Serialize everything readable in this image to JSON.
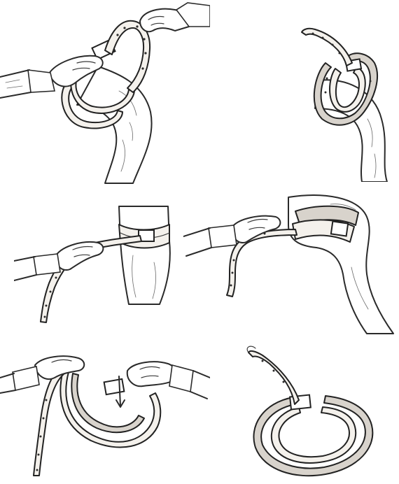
{
  "figure": {
    "panels": [
      {
        "id": "step-1",
        "depicts": "strap-around-upper-arm-pulled-through-buckle"
      },
      {
        "id": "step-2",
        "depicts": "strap-looped-twice-around-arm-buckled"
      },
      {
        "id": "step-3",
        "depicts": "strap-pulled-tight-around-thigh"
      },
      {
        "id": "step-4",
        "depicts": "strap-tightened-around-knee"
      },
      {
        "id": "step-5",
        "depicts": "hands-threading-strap-through-buckle"
      },
      {
        "id": "step-6",
        "depicts": "strap-formed-into-double-loop"
      }
    ],
    "colors": {
      "ink": "#2a2a2a",
      "paper": "#ffffff",
      "belt_fill": "#f4f1ec"
    }
  }
}
